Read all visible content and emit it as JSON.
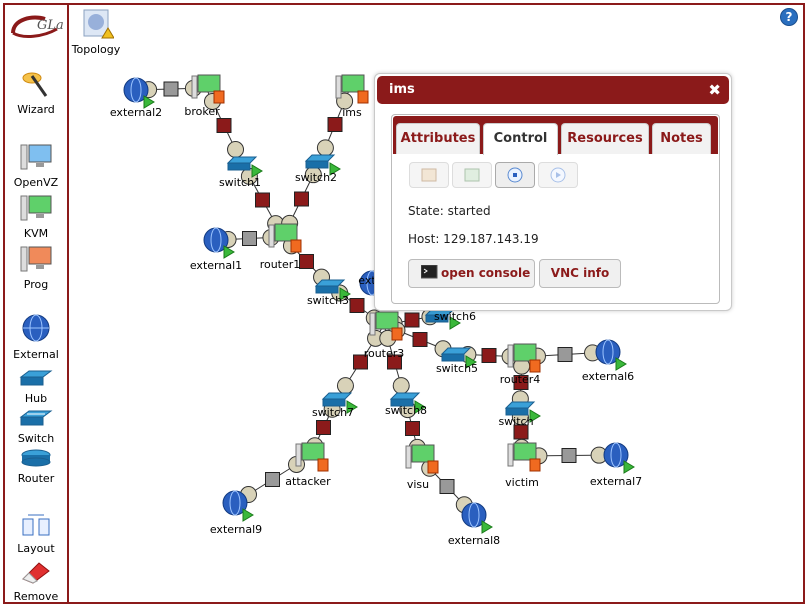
{
  "sidebar": {
    "logo": "GLab",
    "tools": [
      {
        "label": "Wizard",
        "icon": "wizard-wand-icon"
      },
      {
        "label": "OpenVZ",
        "icon": "openvz-monitor-icon"
      },
      {
        "label": "KVM",
        "icon": "kvm-monitor-icon"
      },
      {
        "label": "Prog",
        "icon": "prog-monitor-icon"
      },
      {
        "label": "External",
        "icon": "external-globe-icon"
      },
      {
        "label": "Hub",
        "icon": "hub-icon"
      },
      {
        "label": "Switch",
        "icon": "switch-icon"
      },
      {
        "label": "Router",
        "icon": "router-icon"
      },
      {
        "label": "Layout",
        "icon": "layout-icon"
      },
      {
        "label": "Remove",
        "icon": "eraser-icon"
      }
    ]
  },
  "topology": {
    "label": "Topology",
    "icon": "topology-warning-icon"
  },
  "help": {
    "label": "?"
  },
  "nodes": [
    {
      "name": "external2",
      "type": "external"
    },
    {
      "name": "broker",
      "type": "vm"
    },
    {
      "name": "ims",
      "type": "vm"
    },
    {
      "name": "switch1",
      "type": "switch"
    },
    {
      "name": "switch2",
      "type": "switch"
    },
    {
      "name": "external1",
      "type": "external"
    },
    {
      "name": "router1",
      "type": "vm"
    },
    {
      "name": "switch3",
      "type": "switch"
    },
    {
      "name": "ext",
      "type": "external"
    },
    {
      "name": "switch6",
      "type": "switch"
    },
    {
      "name": "router3",
      "type": "vm"
    },
    {
      "name": "switch5",
      "type": "switch"
    },
    {
      "name": "router4",
      "type": "vm"
    },
    {
      "name": "external6",
      "type": "external"
    },
    {
      "name": "switch",
      "type": "switch"
    },
    {
      "name": "switch8",
      "type": "switch"
    },
    {
      "name": "attacker",
      "type": "vm"
    },
    {
      "name": "visu",
      "type": "vm"
    },
    {
      "name": "victim",
      "type": "vm"
    },
    {
      "name": "external7",
      "type": "external"
    },
    {
      "name": "external9",
      "type": "external"
    },
    {
      "name": "external8",
      "type": "external"
    },
    {
      "name": "switch7",
      "type": "switch"
    }
  ],
  "dialog": {
    "title": "ims",
    "close": "✖",
    "tabs": [
      "Attributes",
      "Control",
      "Resources",
      "Notes"
    ],
    "active_tab": "Control",
    "state_label": "State: started",
    "host_label": "Host: 129.187.143.19",
    "open_console": "open console",
    "vnc_info": "VNC info"
  },
  "colors": {
    "accent": "#8b1a1a",
    "link_box": "#8b1a1a",
    "gray_box": "#999999"
  }
}
